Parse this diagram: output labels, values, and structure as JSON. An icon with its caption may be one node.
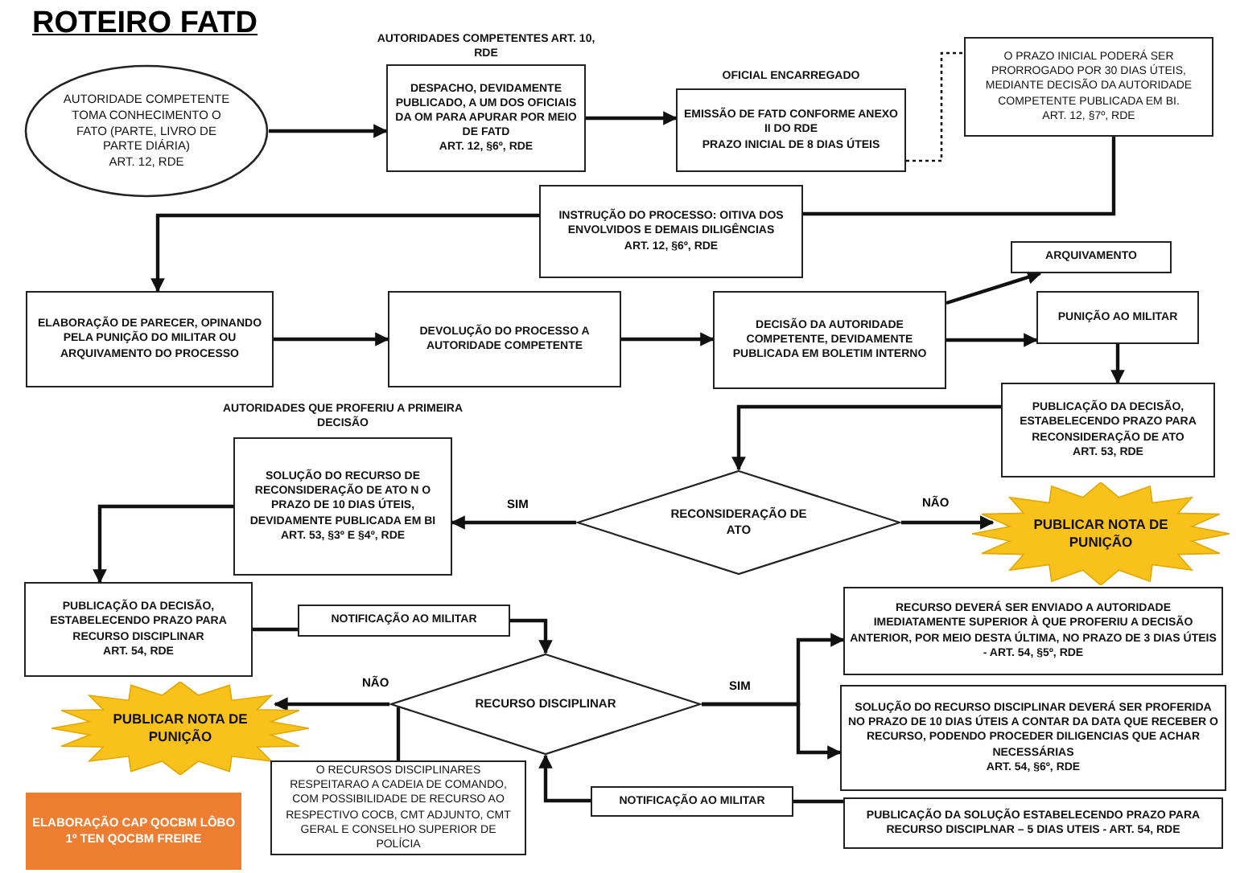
{
  "diagram": {
    "title": "ROTEIRO FATD",
    "nodes": [
      {
        "text": [
          "AUTORIDADE COMPETENTE TOMA CONHECIMENTO O FATO (PARTE, LIVRO DE PARTE DIÁRIA)",
          "ART. 12, RDE"
        ]
      },
      {
        "text": [
          "AUTORIDADES COMPETENTES ART. 10, RDE",
          "DESPACHO, DEVIDAMENTE PUBLICADO, A UM DOS OFICIAIS DA OM PARA APURAR POR MEIO DE FATD",
          "ART. 12, §6º, RDE"
        ]
      },
      {
        "text": [
          "OFICIAL ENCARREGADO",
          "EMISSÃO DE FATD CONFORME ANEXO II DO RDE",
          "PRAZO INICIAL DE 8 DIAS ÚTEIS"
        ]
      },
      {
        "text": [
          "O PRAZO INICIAL PODERÁ SER PRORROGADO POR 30 DIAS ÚTEIS, MEDIANTE DECISÃO DA AUTORIDADE COMPETENTE PUBLICADA EM BI.",
          "ART. 12, §7º, RDE"
        ]
      },
      {
        "text": [
          "INSTRUÇÃO DO PROCESSO: OITIVA DOS ENVOLVIDOS E DEMAIS DILIGÊNCIAS",
          "ART. 12, §6º, RDE"
        ]
      },
      {
        "text": [
          "ELABORAÇÃO DE PARECER, OPINANDO PELA PUNIÇÃO DO MILITAR OU ARQUIVAMENTO DO PROCESSO"
        ]
      },
      {
        "text": [
          "DEVOLUÇÃO DO PROCESSO A AUTORIDADE COMPETENTE"
        ]
      },
      {
        "text": [
          "DECISÃO DA AUTORIDADE COMPETENTE, DEVIDAMENTE PUBLICADA EM BOLETIM INTERNO"
        ]
      },
      {
        "text": [
          "ARQUIVAMENTO"
        ]
      },
      {
        "text": [
          "PUNIÇÃO AO MILITAR"
        ]
      },
      {
        "text": [
          "PUBLICAÇÃO DA DECISÃO, ESTABELECENDO PRAZO PARA RECONSIDERAÇÃO DE ATO",
          "ART. 53, RDE"
        ]
      },
      {
        "text": [
          "RECONSIDERAÇÃO DE ATO"
        ]
      },
      {
        "text": [
          "AUTORIDADES QUE PROFERIU A PRIMEIRA DECISÃO",
          "SOLUÇÃO DO RECURSO DE RECONSIDERAÇÃO DE ATO N O PRAZO DE 10 DIAS ÚTEIS, DEVIDAMENTE PUBLICADA EM BI",
          "ART. 53, §3º E §4º, RDE"
        ]
      },
      {
        "text": [
          "PUBLICAR NOTA DE PUNIÇÃO"
        ]
      },
      {
        "text": [
          "PUBLICAÇÃO DA DECISÃO, ESTABELECENDO PRAZO PARA RECURSO DISCIPLINAR",
          "ART. 54, RDE"
        ]
      },
      {
        "text": [
          "NOTIFICAÇÃO AO MILITAR"
        ]
      },
      {
        "text": [
          "RECURSO DISCIPLINAR"
        ]
      },
      {
        "text": [
          "PUBLICAR NOTA DE PUNIÇÃO"
        ]
      },
      {
        "text": [
          "RECURSO DEVERÁ SER ENVIADO A AUTORIDADE IMEDIATAMENTE SUPERIOR À QUE PROFERIU A DECISÃO ANTERIOR, POR MEIO DESTA ÚLTIMA, NO PRAZO DE 3 DIAS ÚTEIS - ART. 54, §5º, RDE"
        ]
      },
      {
        "text": [
          "SOLUÇÃO DO RECURSO DISCIPLINAR DEVERÁ SER PROFERIDA NO PRAZO DE 10 DIAS ÚTEIS A CONTAR DA DATA QUE RECEBER O RECURSO, PODENDO PROCEDER DILIGENCIAS QUE ACHAR NECESSÁRIAS",
          "ART. 54, §6º, RDE"
        ]
      },
      {
        "text": [
          "PUBLICAÇÃO DA SOLUÇÃO ESTABELECENDO PRAZO PARA RECURSO DISCIPLNAR – 5 DIAS UTEIS - ART. 54, RDE"
        ]
      },
      {
        "text": [
          "NOTIFICAÇÃO AO MILITAR"
        ]
      },
      {
        "text": [
          "O RECURSOS DISCIPLINARES RESPEITARAO A CADEIA DE COMANDO, COM POSSIBILIDADE DE RECURSO AO RESPECTIVO COCB, CMT ADJUNTO, CMT GERAL E CONSELHO SUPERIOR DE POLÍCIA"
        ]
      },
      {
        "text": [
          "ELABORAÇÃO CAP QOCBM LÔBO 1º TEN QOCBM FREIRE"
        ]
      }
    ],
    "edges": [
      {
        "from": 0,
        "to": 1,
        "arrow": "to"
      },
      {
        "from": 1,
        "to": 2,
        "arrow": "to"
      },
      {
        "from": 2,
        "to": 3,
        "arrow": "none",
        "style": "dashed"
      },
      {
        "from": 3,
        "to": 4,
        "arrow": "none"
      },
      {
        "from": 4,
        "to": 5,
        "arrow": "to"
      },
      {
        "from": 5,
        "to": 6,
        "arrow": "to"
      },
      {
        "from": 6,
        "to": 7,
        "arrow": "to"
      },
      {
        "from": 7,
        "to": 8,
        "arrow": "to"
      },
      {
        "from": 7,
        "to": 9,
        "arrow": "to"
      },
      {
        "from": 9,
        "to": 10,
        "arrow": "to"
      },
      {
        "from": 10,
        "to": 11,
        "arrow": "to"
      },
      {
        "from": 11,
        "to": 12,
        "arrow": "to",
        "label": "SIM"
      },
      {
        "from": 11,
        "to": 13,
        "arrow": "to",
        "label": "NÃO"
      },
      {
        "from": 12,
        "to": 14,
        "arrow": "to"
      },
      {
        "from": 14,
        "to": 15,
        "arrow": "none"
      },
      {
        "from": 15,
        "to": 16,
        "arrow": "to"
      },
      {
        "from": 16,
        "to": 17,
        "arrow": "to",
        "label": "NÃO"
      },
      {
        "from": 16,
        "to": 18,
        "arrow": "to",
        "label": "SIM"
      },
      {
        "from": 16,
        "to": 19,
        "arrow": "to"
      },
      {
        "from": 20,
        "to": 21,
        "arrow": "none"
      },
      {
        "from": 21,
        "to": 16,
        "arrow": "to"
      },
      {
        "from": 22,
        "to": 16,
        "arrow": "none"
      }
    ]
  }
}
